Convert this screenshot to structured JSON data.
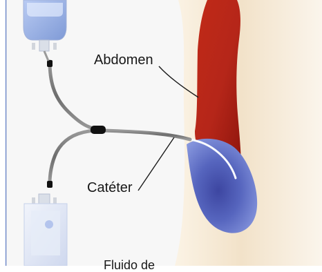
{
  "labels": {
    "abdomen": "Abdomen",
    "cateter": "Catéter",
    "bottom_partial": "Fluido de"
  },
  "colors": {
    "skin": "#f2e2c9",
    "skin_shadow": "#d6b99c",
    "organ_red": "#b52619",
    "organ_red_dark": "#8f150d",
    "fluid_blue": "#6e7fd4",
    "fluid_blue_dark": "#343b99",
    "tube_gray": "#7a7a7a",
    "bag_blue": "#90a8df",
    "bag_light": "#d9e1f4",
    "left_line": "#5877c2"
  },
  "icons": {
    "top_bag": "dialysis-bag-icon",
    "bottom_bag": "drain-bag-icon"
  }
}
